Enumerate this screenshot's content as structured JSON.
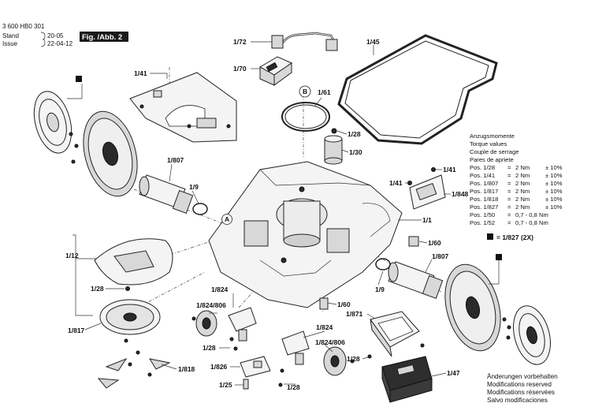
{
  "header": {
    "doc_number": "3 600 HB0 301",
    "stand_label": "Stand",
    "stand_value": "20-05",
    "issue_label": "Issue",
    "issue_value": "22-04-12",
    "figure_label": "Fig. /Abb. 2"
  },
  "callouts": {
    "c1_72": "1/72",
    "c1_70": "1/70",
    "c1_45": "1/45",
    "c1_41_top": "1/41",
    "c1_61": "1/61",
    "c1_28_top": "1/28",
    "c1_30": "1/30",
    "c1_807_left": "1/807",
    "c1_9_left": "1/9",
    "c1_41_mid_a": "1/41",
    "c1_41_mid_b": "1/41",
    "c1_848": "1/848",
    "c1_1": "1/1",
    "c1_60_right": "1/60",
    "c1_807_right": "1/807",
    "c1_9_right": "1/9",
    "c1_12": "1/12",
    "c1_28_left": "1/28",
    "c1_817": "1/817",
    "c1_818": "1/818",
    "c1_824_top": "1/824",
    "c1_824_806_left": "1/824/806",
    "c1_28_mid": "1/28",
    "c1_826": "1/826",
    "c1_25": "1/25",
    "c1_60_lower": "1/60",
    "c1_824_right": "1/824",
    "c1_824_806_right": "1/824/806",
    "c1_871": "1/871",
    "c1_28_bottom_a": "1/28",
    "c1_28_bottom_b": "1/28",
    "c1_47": "1/47",
    "marker_a": "A",
    "marker_b": "B"
  },
  "square_note": "= 1/827 (2X)",
  "torque": {
    "titles": [
      "Anzugsmomente",
      "Torque values",
      "Couple de serrage",
      "Pares de apriete"
    ],
    "rows": [
      {
        "pos": "Pos. 1/28",
        "eq": "=",
        "value": "2 Nm",
        "tol": "± 10%"
      },
      {
        "pos": "Pos. 1/41",
        "eq": "=",
        "value": "2 Nm",
        "tol": "± 10%"
      },
      {
        "pos": "Pos. 1/807",
        "eq": "=",
        "value": "2 Nm",
        "tol": "± 10%"
      },
      {
        "pos": "Pos. 1/817",
        "eq": "=",
        "value": "2 Nm",
        "tol": "± 10%"
      },
      {
        "pos": "Pos. 1/818",
        "eq": "=",
        "value": "2 Nm",
        "tol": "± 10%"
      },
      {
        "pos": "Pos. 1/827",
        "eq": "=",
        "value": "2 Nm",
        "tol": "± 10%"
      },
      {
        "pos": "Pos. 1/50",
        "eq": "=",
        "value": "0,7 - 0,8 Nm",
        "tol": ""
      },
      {
        "pos": "Pos. 1/52",
        "eq": "=",
        "value": "0,7 - 0,8 Nm",
        "tol": ""
      }
    ]
  },
  "footer_notes": [
    "Änderungen vorbehalten",
    "Modifications reserved",
    "Modifications réservées",
    "Salvo modificaciones"
  ]
}
